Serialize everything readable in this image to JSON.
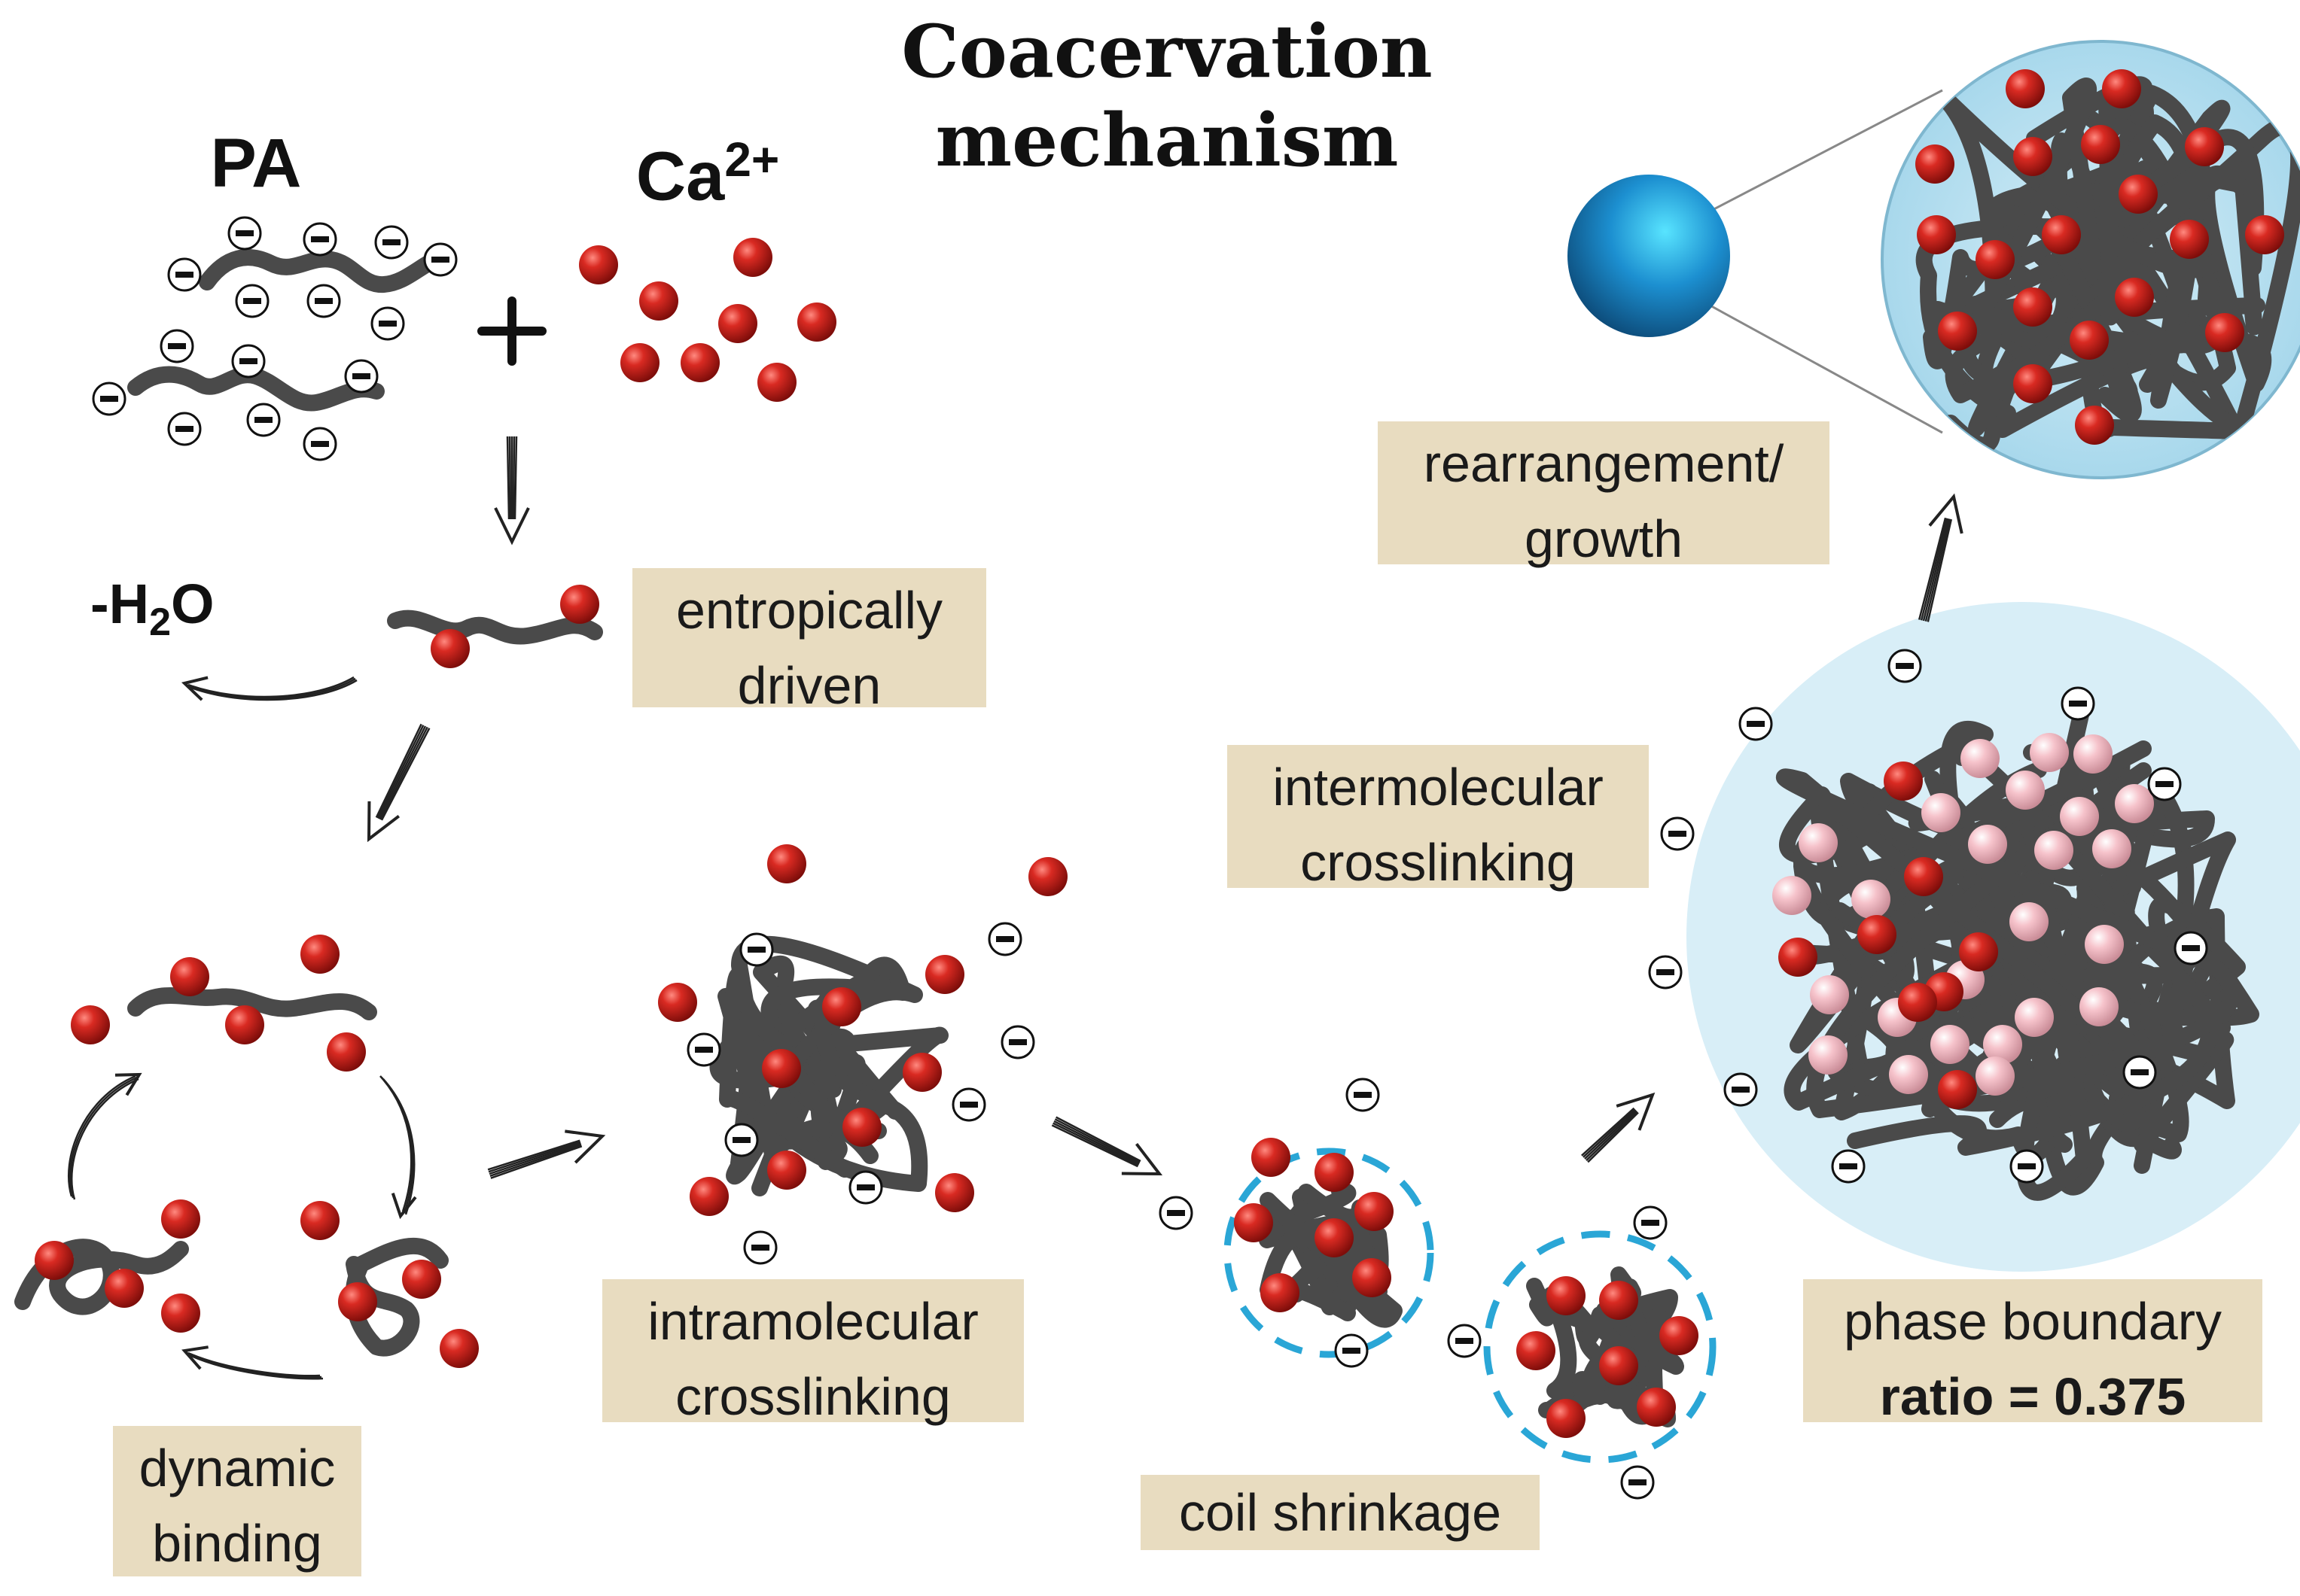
{
  "title_line1": "Coacervation",
  "title_line2": "mechanism",
  "label_pa": "PA",
  "label_ca": "Ca",
  "label_ca_sup": "2+",
  "label_water_prefix": "-H",
  "label_water_sub": "2",
  "label_water_suffix": "O",
  "tags": {
    "entropically_1": "entropically",
    "entropically_2": "driven",
    "dynamic_1": "dynamic",
    "dynamic_2": "binding",
    "intra_1": "intramolecular",
    "intra_2": "crosslinking",
    "coil": "coil shrinkage",
    "inter_1": "intermolecular",
    "inter_2": "crosslinking",
    "rearr_1": "rearrangement/",
    "rearr_2": "growth",
    "phase_1": "phase boundary",
    "phase_2": "ratio = 0.375"
  },
  "colors": {
    "polymer": "#4a4a4a",
    "calcium": "#c8201c",
    "calcium_bound": "#f3b6bf",
    "tag_bg": "#e8dcc0",
    "droplet_halo": "#bfe3f1",
    "shell_dash": "#2aa6d6",
    "sphere": "#1e88c8"
  }
}
